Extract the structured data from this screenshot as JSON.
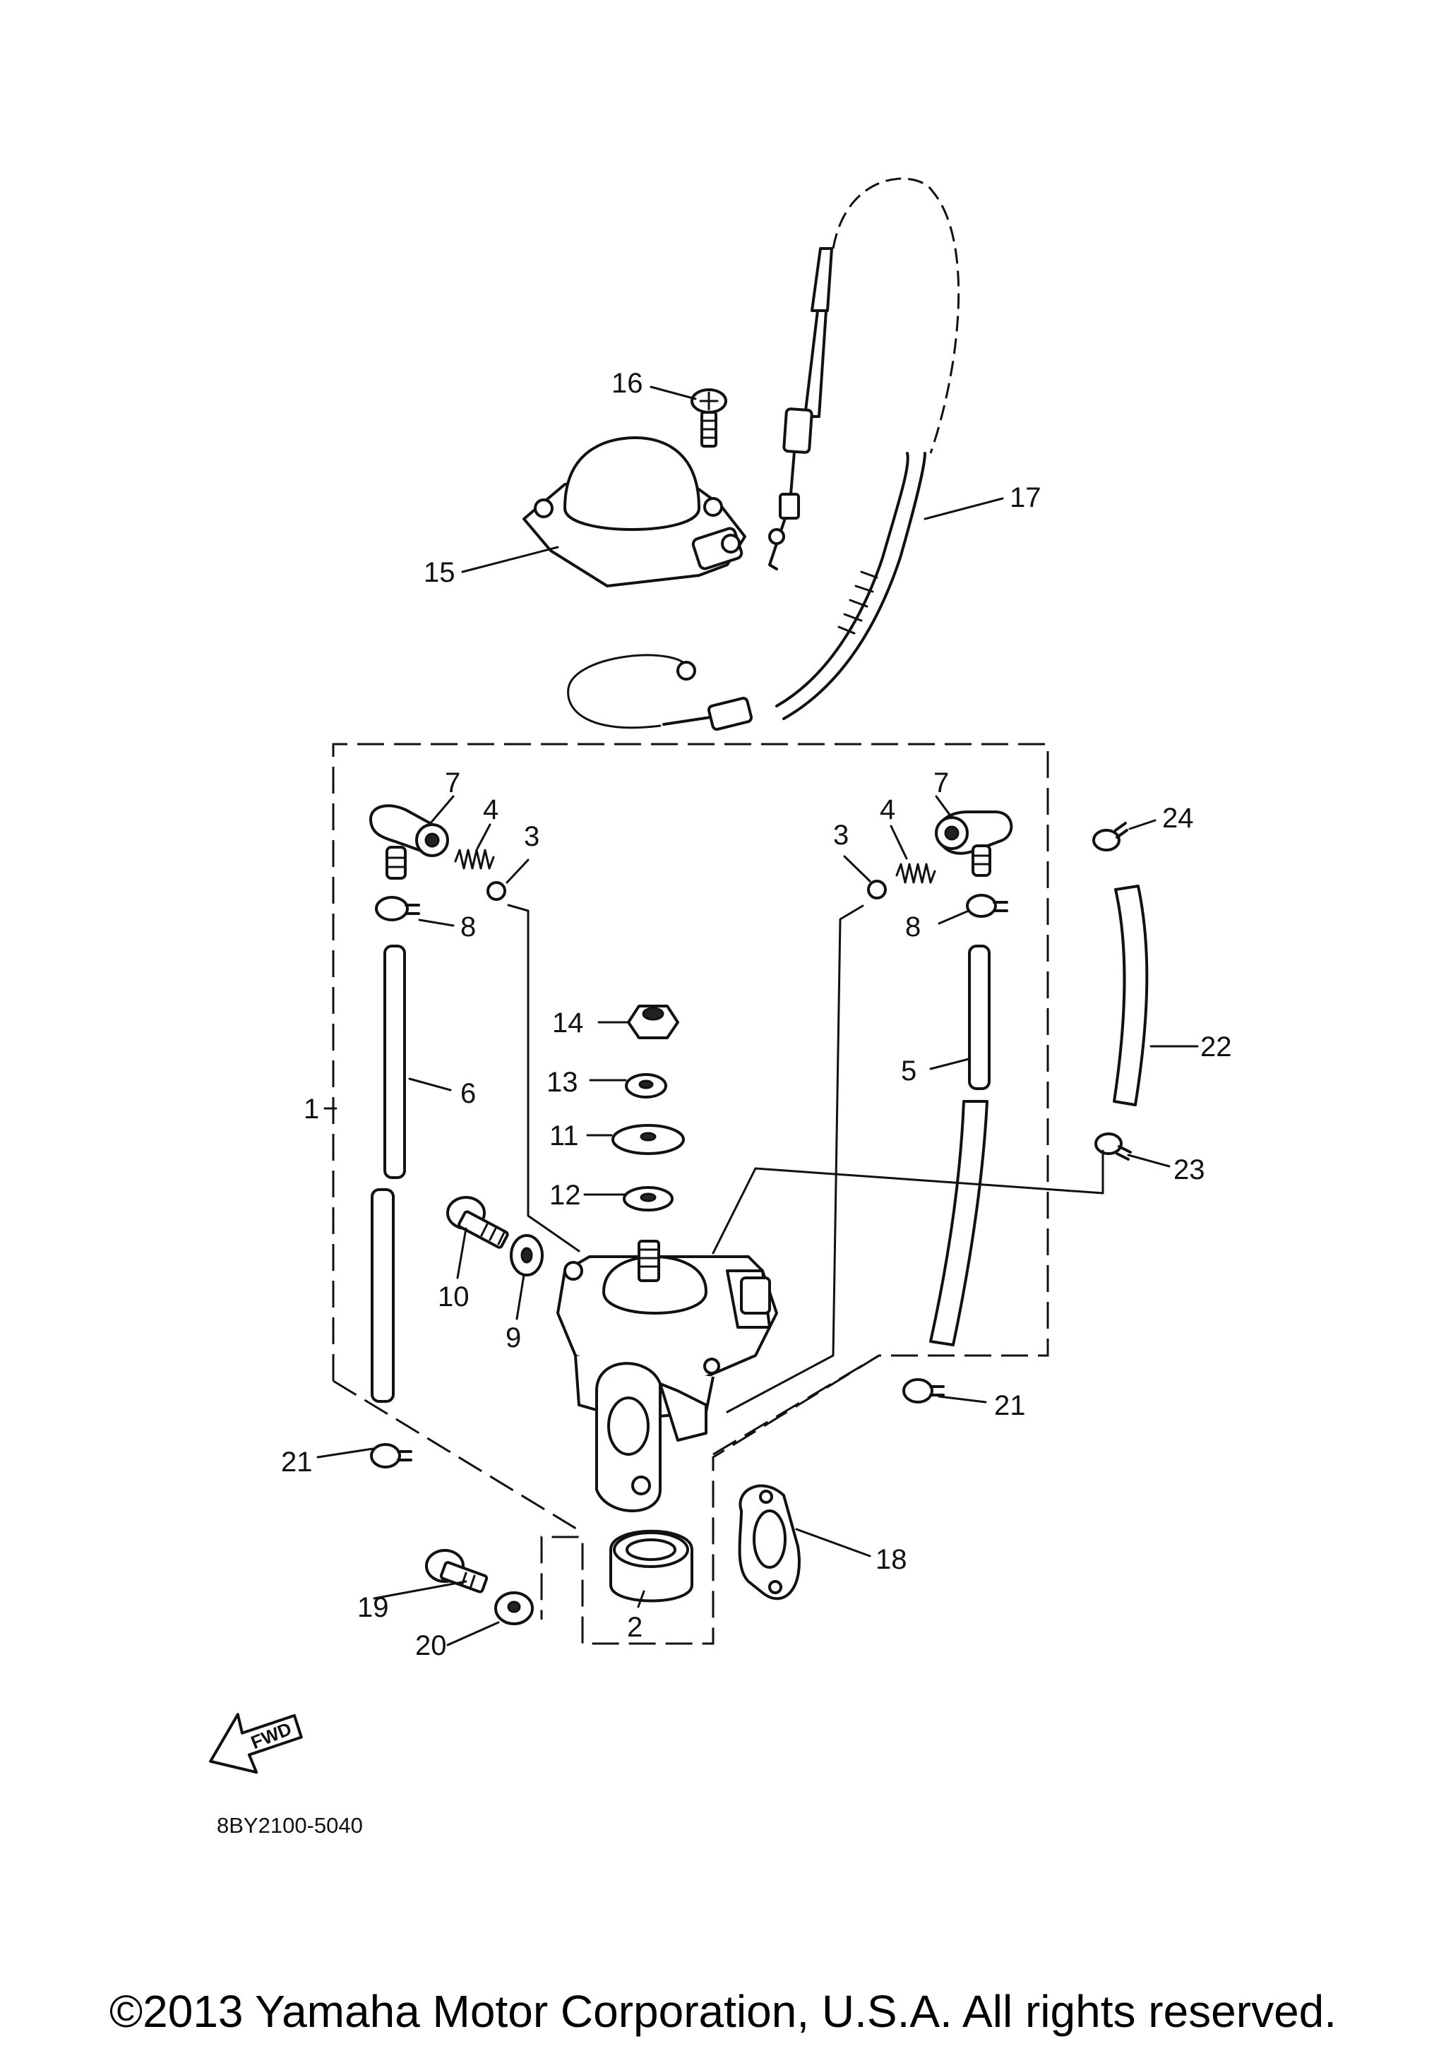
{
  "diagram": {
    "part_numbers": [
      "1",
      "2",
      "3",
      "3",
      "4",
      "4",
      "5",
      "6",
      "7",
      "7",
      "8",
      "8",
      "9",
      "10",
      "11",
      "12",
      "13",
      "14",
      "15",
      "16",
      "17",
      "18",
      "19",
      "20",
      "21",
      "21",
      "22",
      "23",
      "24"
    ],
    "direction_label": "FWD",
    "drawing_code": "8BY2100-5040"
  },
  "footer": {
    "copyright": "©2013 Yamaha Motor Corporation, U.S.A. All rights reserved."
  }
}
